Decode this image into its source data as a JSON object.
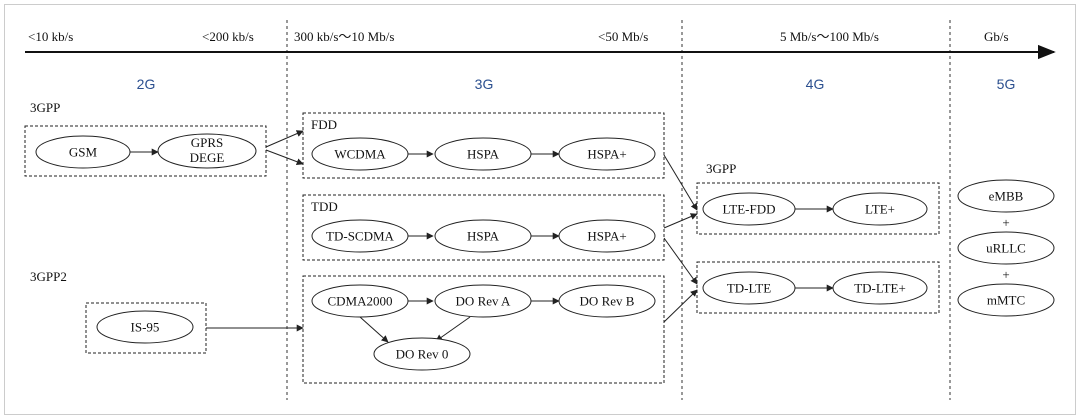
{
  "rates": {
    "r1": "<10 kb/s",
    "r2": "<200 kb/s",
    "r3": "300 kb/s～10 Mb/s",
    "r4": "<50 Mb/s",
    "r5": "5 Mb/s～100 Mb/s",
    "r6": "Gb/s"
  },
  "generations": {
    "g2": "2G",
    "g3": "3G",
    "g4": "4G",
    "g5": "5G"
  },
  "groups": {
    "gpp_2g": "3GPP",
    "gpp2": "3GPP2",
    "fdd": "FDD",
    "tdd": "TDD",
    "gpp_4g": "3GPP"
  },
  "nodes": {
    "gsm": "GSM",
    "gprs_line1": "GPRS",
    "gprs_line2": "DEGE",
    "is95": "IS-95",
    "wcdma": "WCDMA",
    "hspa_fdd": "HSPA",
    "hspap_fdd": "HSPA+",
    "tdscdma": "TD-SCDMA",
    "hspa_tdd": "HSPA",
    "hspap_tdd": "HSPA+",
    "cdma2000": "CDMA2000",
    "dorev_a": "DO Rev A",
    "dorev_b": "DO Rev B",
    "dorev_0": "DO Rev 0",
    "lte_fdd": "LTE-FDD",
    "lte_plus": "LTE+",
    "td_lte": "TD-LTE",
    "td_lte_plus": "TD-LTE+",
    "embb": "eMBB",
    "plus1": "+",
    "urllc": "uRLLC",
    "plus2": "+",
    "mmtc": "mMTC"
  },
  "colors": {
    "generation_label": "#2b4f8f",
    "line": "#222222",
    "frame": "#cccccc"
  }
}
